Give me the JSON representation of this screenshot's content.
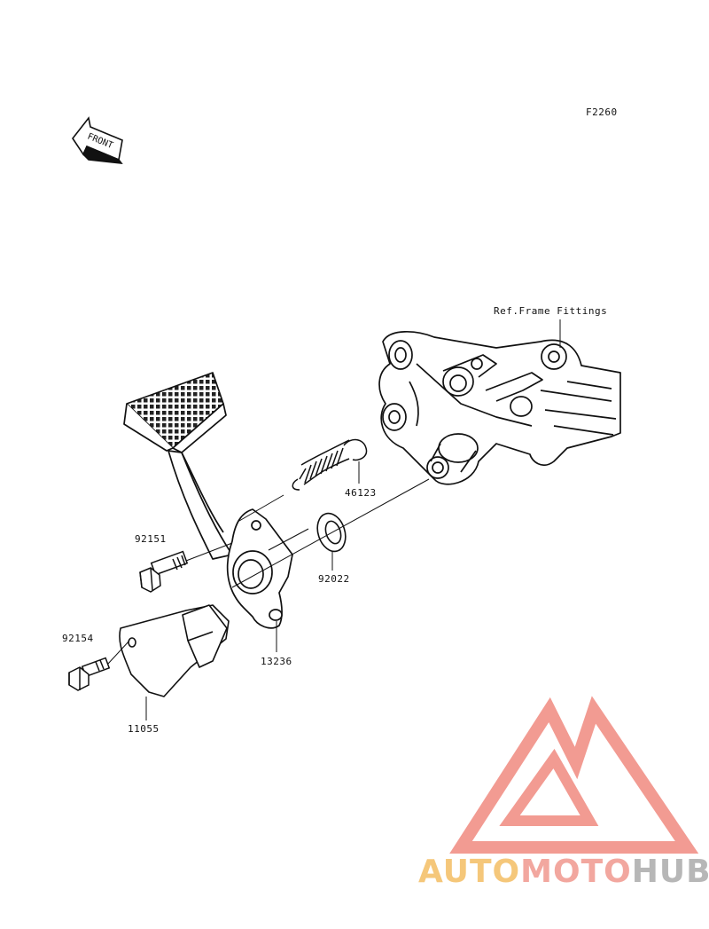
{
  "diagram": {
    "code": "F2260",
    "front_label": "FRONT",
    "ref_label": "Ref.Frame Fittings",
    "parts": [
      {
        "number": "46123"
      },
      {
        "number": "92151"
      },
      {
        "number": "92022"
      },
      {
        "number": "92154"
      },
      {
        "number": "13236"
      },
      {
        "number": "11055"
      }
    ]
  },
  "watermark": {
    "part1": "AUTO",
    "part2": "MOTO",
    "part3": "HUB",
    "colors": {
      "auto": "#f5c77a",
      "moto": "#f2a79f",
      "hub": "#b7b7b7",
      "logo": "#f08a80"
    }
  }
}
